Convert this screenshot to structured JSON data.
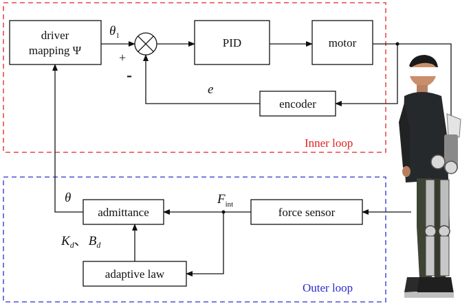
{
  "loops": {
    "inner": {
      "label": "Inner loop",
      "color": "#e02020"
    },
    "outer": {
      "label": "Outer loop",
      "color": "#2a2ad0"
    }
  },
  "blocks": {
    "driver_mapping": [
      "driver",
      "mapping Ψ"
    ],
    "pid": "PID",
    "motor": "motor",
    "encoder": "encoder",
    "admittance": "admittance",
    "force_sensor": "force sensor",
    "adaptive_law": "adaptive law"
  },
  "signals": {
    "theta1": {
      "main": "θ",
      "sub": "1"
    },
    "plus": "+",
    "minus": "-",
    "error": "e",
    "theta": "θ",
    "f_int": {
      "main": "F",
      "sub": "int"
    },
    "kd": {
      "main": "K",
      "sub": "d"
    },
    "separator": "、",
    "bd": {
      "main": "B",
      "sub": "d"
    }
  },
  "photo": {
    "subject": "person-wearing-lower-limb-exoskeleton"
  }
}
